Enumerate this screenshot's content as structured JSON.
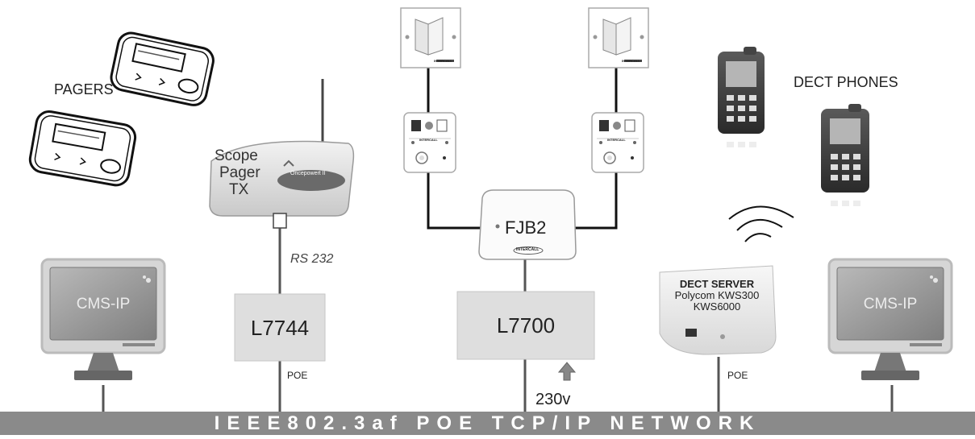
{
  "network": {
    "label": "IEEE802.3af POE TCP/IP NETWORK"
  },
  "pagers": {
    "label": "PAGERS"
  },
  "dect_phones": {
    "label": "DECT PHONES"
  },
  "scope_pager": {
    "label_line1": "Scope",
    "label_line2": "Pager",
    "label_line3": "TX",
    "badge": "Oncepowert II"
  },
  "rs232": {
    "label": "RS 232"
  },
  "l7744": {
    "label": "L7744",
    "poe": "POE"
  },
  "l7700": {
    "label": "L7700",
    "power": "230v"
  },
  "fjb2": {
    "label": "FJB2",
    "brand": "INTERCALL"
  },
  "call_points": {
    "brand": "INTERCALL"
  },
  "dect_server": {
    "title": "DECT SERVER",
    "line2": "Polycom KWS300",
    "line3": "KWS6000",
    "poe": "POE"
  },
  "cms_left": {
    "label": "CMS-IP"
  },
  "cms_right": {
    "label": "CMS-IP"
  }
}
